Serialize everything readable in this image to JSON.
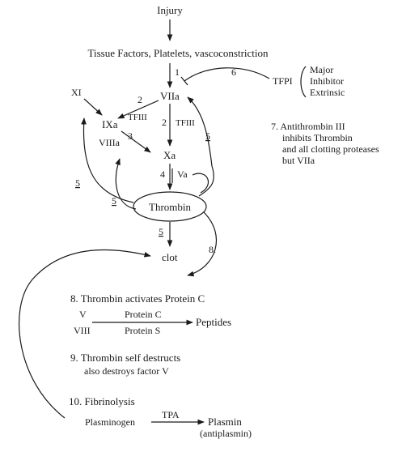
{
  "diagram": {
    "injury": "Injury",
    "tissue_factors": "Tissue Factors, Platelets, vascoconstriction",
    "step1": "1",
    "step6": "6",
    "tfpi": "TFPI",
    "tfpi_notes": [
      "Major",
      "Inhibitor",
      "Extrinsic"
    ],
    "xi": "XI",
    "step2a": "2",
    "viia": "VIIa",
    "ixa": "IXa",
    "tfiii_a": "TFIII",
    "step2b": "2",
    "tfiii_b": "TFIII",
    "step5_right": "5",
    "step3": "3",
    "viiia": "VIIIa",
    "xa": "Xa",
    "step5_left": "5",
    "step4": "4",
    "va": "Va",
    "step5_bottom": "5",
    "thrombin": "Thrombin",
    "step5_clot": "5",
    "clot": "clot",
    "step8": "8.",
    "note7": [
      "7. Antithrombin III",
      "inhibits Thrombin",
      "and all clotting proteases",
      "but VIIa"
    ],
    "note8_title": "8.  Thrombin activates Protein C",
    "note8_v": "V",
    "note8_viii": "VIII",
    "protein_c": "Protein C",
    "protein_s": "Protein S",
    "peptides": "Peptides",
    "note9": [
      "9.  Thrombin self destructs",
      "also destroys factor V"
    ],
    "note10_title": "10.  Fibrinolysis",
    "plasminogen": "Plasminogen",
    "tpa": "TPA",
    "plasmin": "Plasmin",
    "antiplasmin": "(antiplasmin)"
  }
}
